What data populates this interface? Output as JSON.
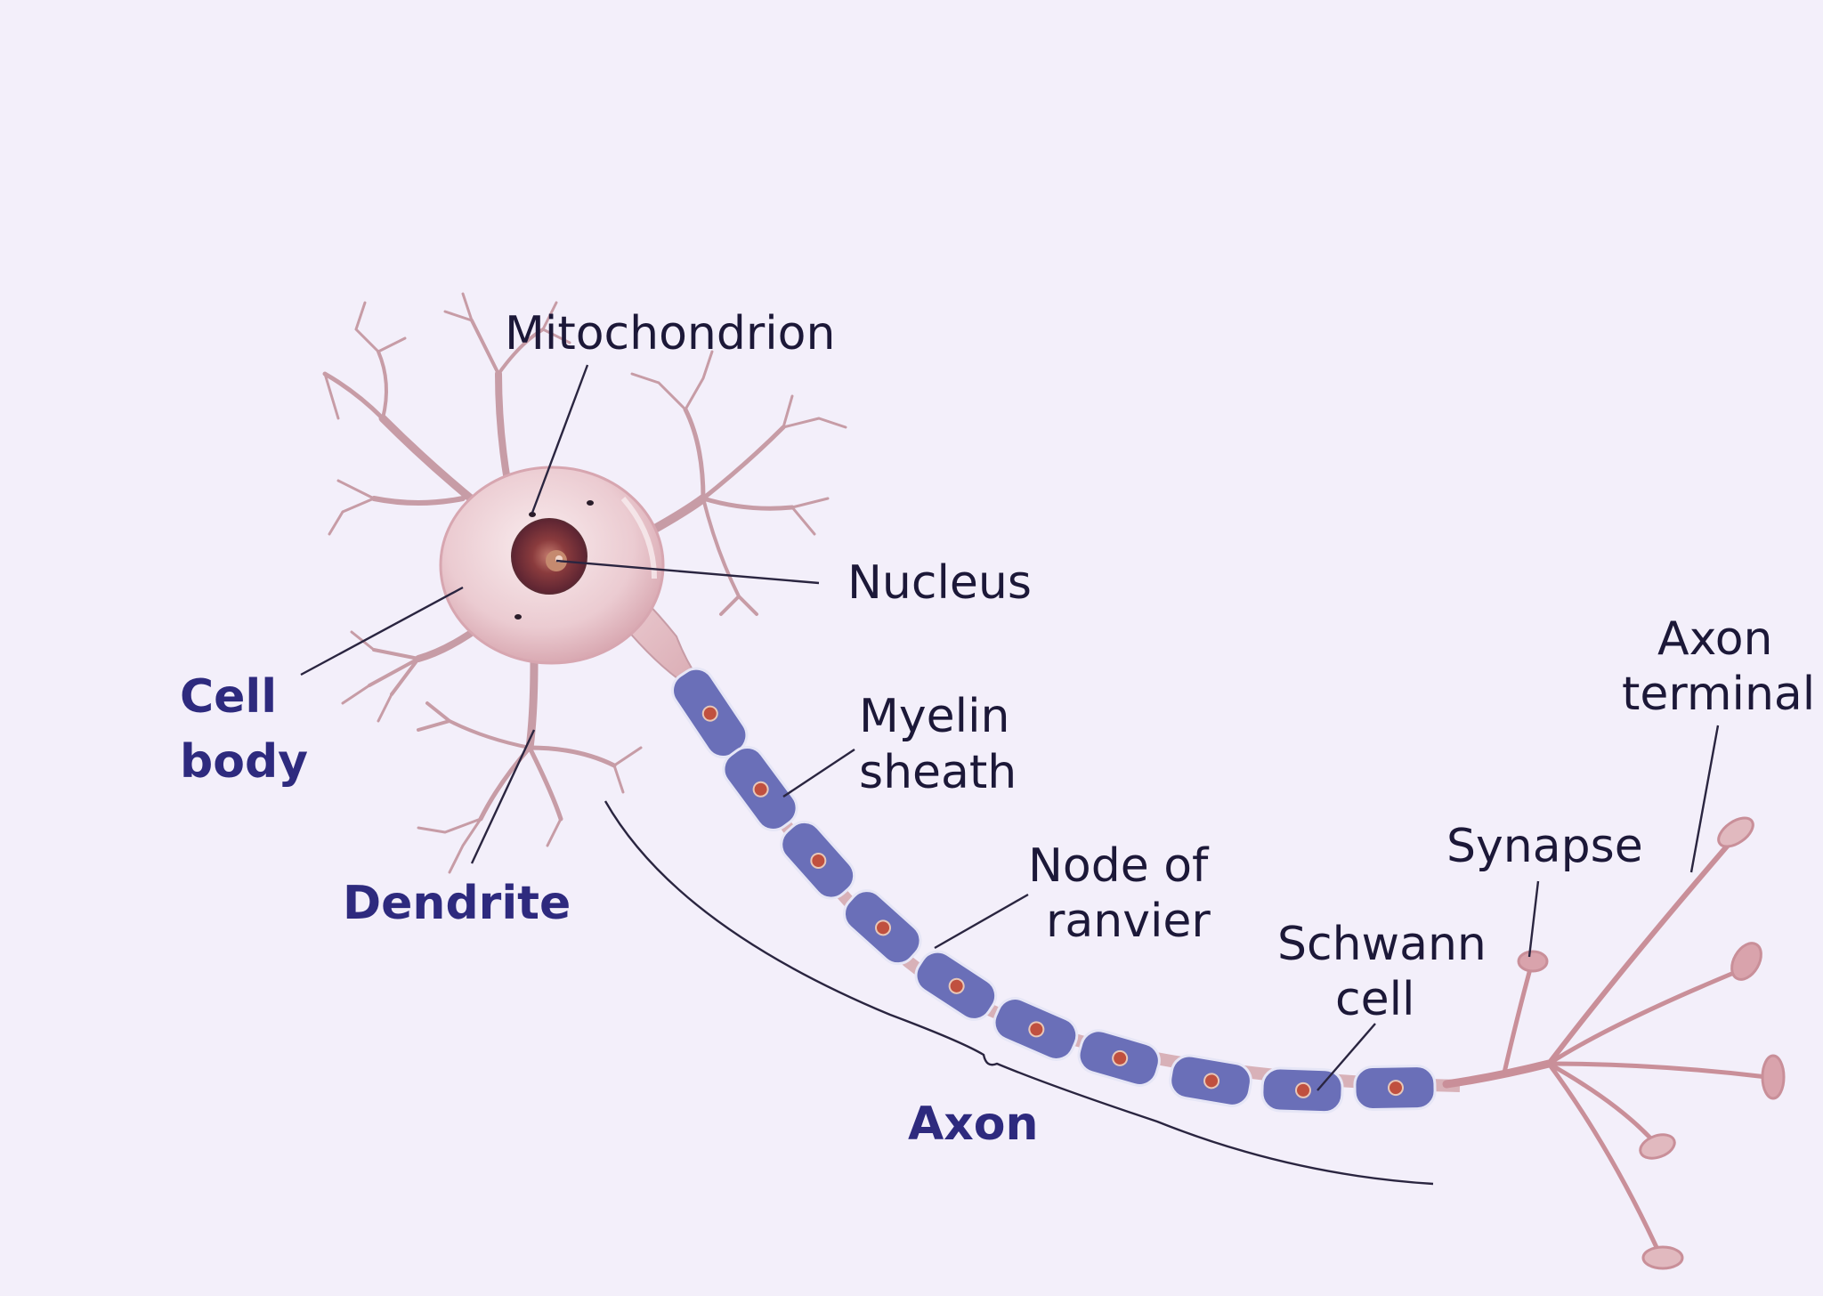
{
  "labels": {
    "mitochondrion": "Mitochondrion",
    "nucleus": "Nucleus",
    "cell_body_line1": "Cell",
    "cell_body_line2": "body",
    "dendrite": "Dendrite",
    "myelin_line1": "Myelin",
    "myelin_line2": "sheath",
    "node_line1": "Node of",
    "node_line2": "ranvier",
    "schwann_line1": "Schwann",
    "schwann_line2": "cell",
    "synapse": "Synapse",
    "axon_terminal_line1": "Axon",
    "axon_terminal_line2": "terminal",
    "axon": "Axon"
  },
  "colors": {
    "background": "#f3effa",
    "cell_body": "#ecccd1",
    "nucleus": "#8a3b3d",
    "myelin": "#6a6fb8",
    "schwann_nucleus": "#c0503f",
    "leader_line": "#2a2540",
    "bold_label": "#2e2a7e"
  }
}
